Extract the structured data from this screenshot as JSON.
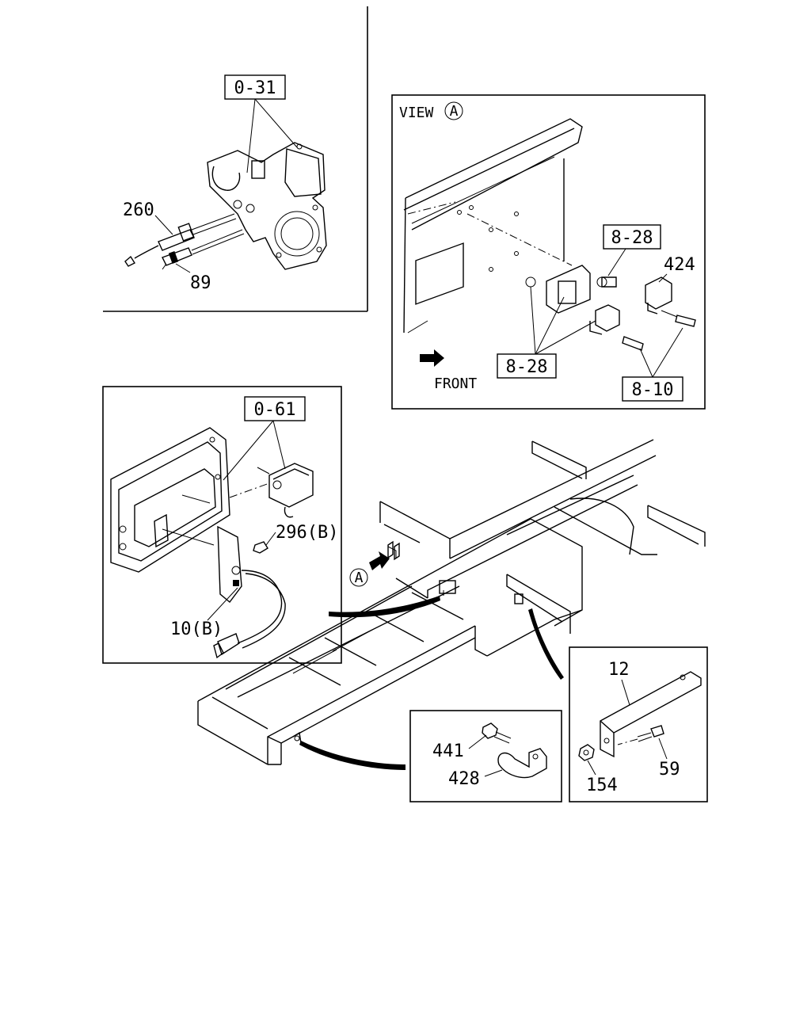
{
  "panels": {
    "engine": {
      "callouts": {
        "ref_box": "0-31",
        "part_a": "260",
        "part_b": "89"
      }
    },
    "view_a": {
      "title": "VIEW",
      "view_letter": "A",
      "direction_label": "FRONT",
      "callouts": {
        "ref_box_top": "8-28",
        "ref_box_mid": "8-28",
        "ref_box_bolt": "8-10",
        "part_relay": "424"
      }
    },
    "controller": {
      "callouts": {
        "ref_box": "0-61",
        "part_nut": "296(B)",
        "part_harness": "10(B)"
      }
    },
    "frame": {
      "view_marker": "A"
    },
    "clip": {
      "callouts": {
        "part_bolt": "441",
        "part_clip": "428"
      }
    },
    "bracket": {
      "callouts": {
        "part_bracket": "12",
        "part_nut": "154",
        "part_bolt": "59"
      }
    }
  }
}
